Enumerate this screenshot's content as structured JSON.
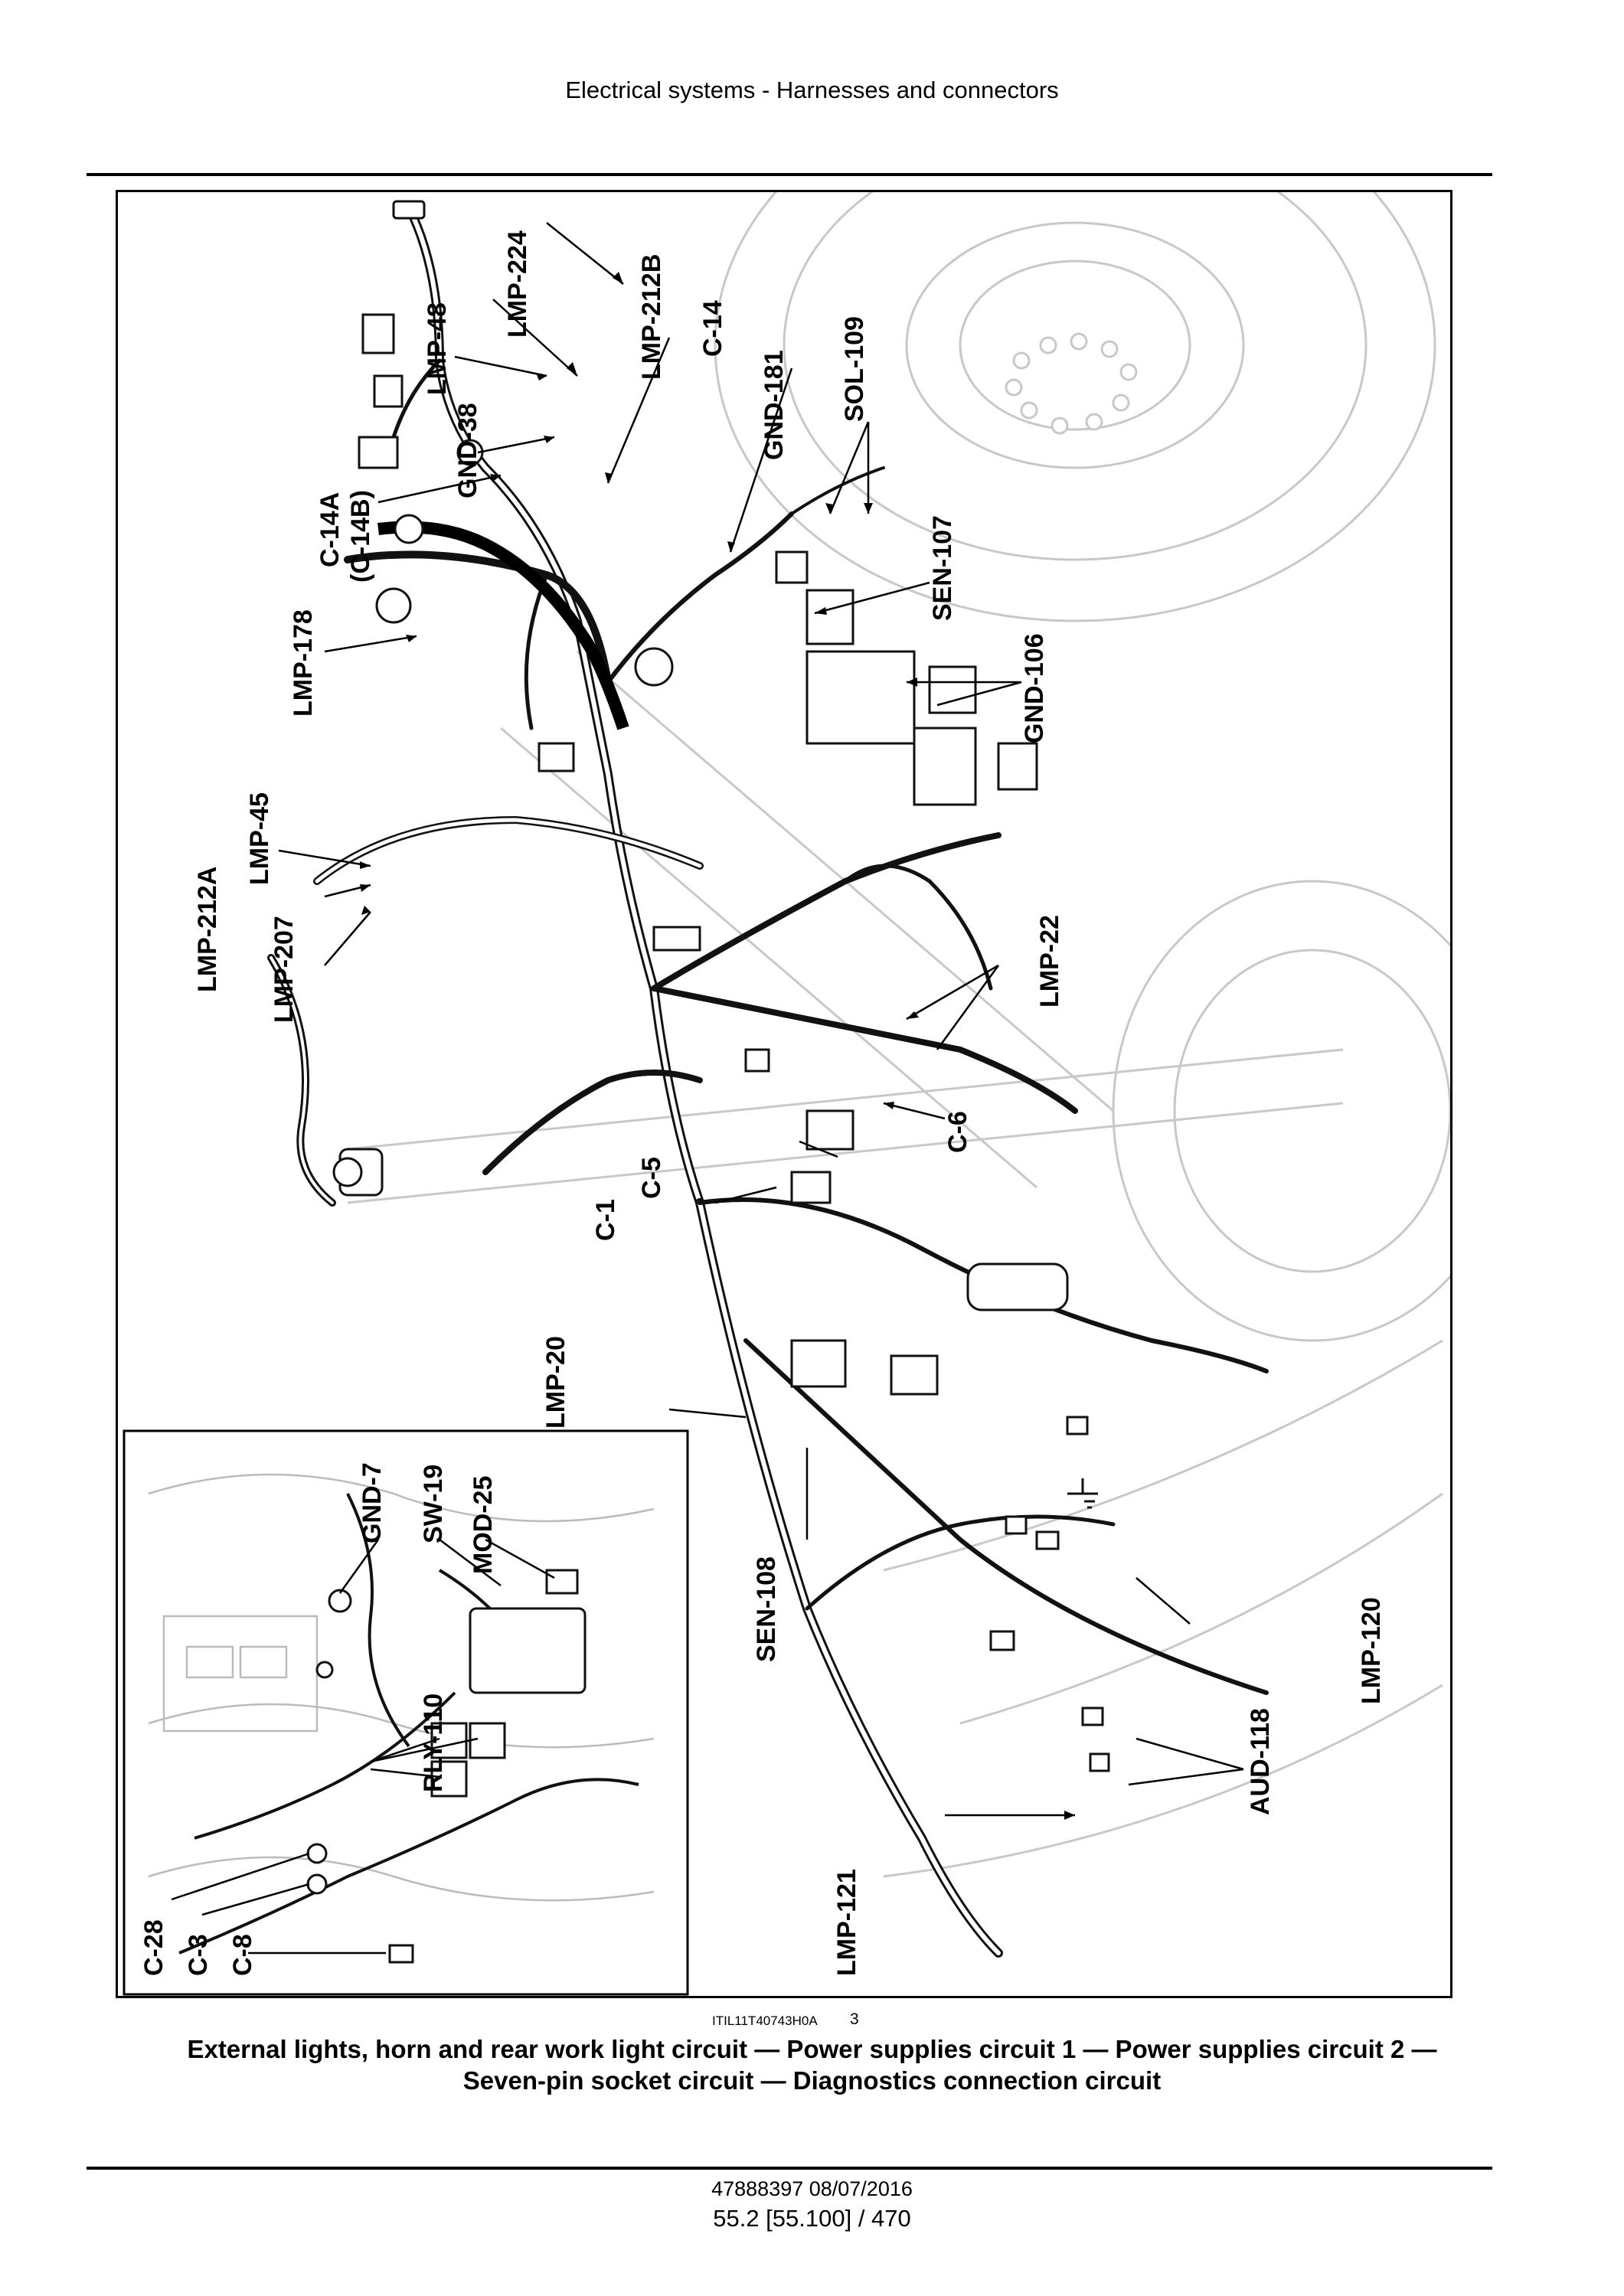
{
  "header": {
    "title": "Electrical systems - Harnesses and connectors"
  },
  "figure": {
    "labels": {
      "lmp224": "LMP-224",
      "lmp212b": "LMP-212B",
      "lmp48": "LMP-48",
      "c14": "C-14",
      "gnd181": "GND-181",
      "sol109": "SOL-109",
      "gnd38": "GND-38",
      "c14a": "C-14A",
      "c14b": "(C-14B)",
      "lmp178": "LMP-178",
      "sen107": "SEN-107",
      "gnd106": "GND-106",
      "lmp45": "LMP-45",
      "lmp212a": "LMP-212A",
      "lmp207": "LMP-207",
      "lmp22": "LMP-22",
      "c5": "C-5",
      "c6": "C-6",
      "c1": "C-1",
      "lmp20": "LMP-20",
      "gnd7": "GND-7",
      "sw19": "SW-19",
      "mod25": "MOD-25",
      "rly110": "RLY-110",
      "sen108": "SEN-108",
      "lmp120": "LMP-120",
      "aud118": "AUD-118",
      "lmp121": "LMP-121",
      "c28": "C-28",
      "c3": "C-3",
      "c8": "C-8"
    },
    "figure_id": "ITIL11T40743H0A",
    "figure_number": "3"
  },
  "caption": {
    "line1": "External lights, horn and rear work light circuit — Power supplies circuit 1 — Power supplies circuit 2 —",
    "line2": "Seven-pin socket circuit — Diagnostics connection circuit"
  },
  "footer": {
    "doc_ref": "47888397 08/07/2016",
    "page": "55.2 [55.100] / 470"
  }
}
